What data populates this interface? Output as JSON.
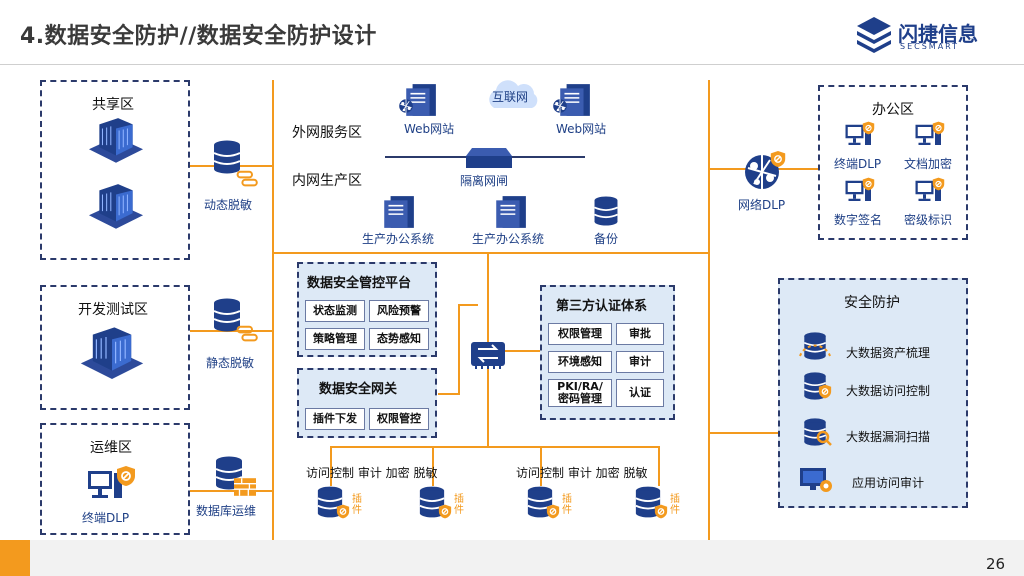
{
  "header": {
    "title": "4.数据安全防护//数据安全防护设计",
    "logo_name": "闪捷信息",
    "logo_sub": "SECSMART"
  },
  "footer": {
    "page_number": "26"
  },
  "left_zones": {
    "shared": {
      "title": "共享区",
      "connector_label": "动态脱敏"
    },
    "devtest": {
      "title": "开发测试区",
      "connector_label": "静态脱敏"
    },
    "ops": {
      "title": "运维区",
      "device_label": "终端DLP",
      "connector_label": "数据库运维"
    }
  },
  "center_top": {
    "internet": "互联网",
    "web1": "Web网站",
    "web2": "Web网站",
    "outer_zone": "外网服务区",
    "inner_zone": "内网生产区",
    "gateway": "隔离网闸",
    "prod1": "生产办公系统",
    "prod2": "生产办公系统",
    "backup": "备份"
  },
  "platform": {
    "title": "数据安全管控平台",
    "cells": [
      "状态监测",
      "风险预警",
      "策略管理",
      "态势感知"
    ]
  },
  "gateway_box": {
    "title": "数据安全网关",
    "cells": [
      "插件下发",
      "权限管控"
    ]
  },
  "third_party": {
    "title": "第三方认证体系",
    "cells": [
      "权限管理",
      "审批",
      "环境感知",
      "审计",
      "PKI/RA/\n密码管理",
      "认证"
    ]
  },
  "bottom": {
    "group1": "访问控制 审计 加密 脱敏",
    "group2": "访问控制 审计 加密 脱敏",
    "plugin": "插件"
  },
  "right": {
    "network_dlp": "网络DLP",
    "office": {
      "title": "办公区",
      "items": [
        "终端DLP",
        "文档加密",
        "数字签名",
        "密级标识"
      ]
    },
    "security": {
      "title": "安全防护",
      "items": [
        "大数据资产梳理",
        "大数据访问控制",
        "大数据漏洞扫描",
        "应用访问审计"
      ]
    }
  },
  "colors": {
    "accent": "#f39a1e",
    "navy": "#1f3f8a",
    "zone_fill": "#dde9f6"
  }
}
